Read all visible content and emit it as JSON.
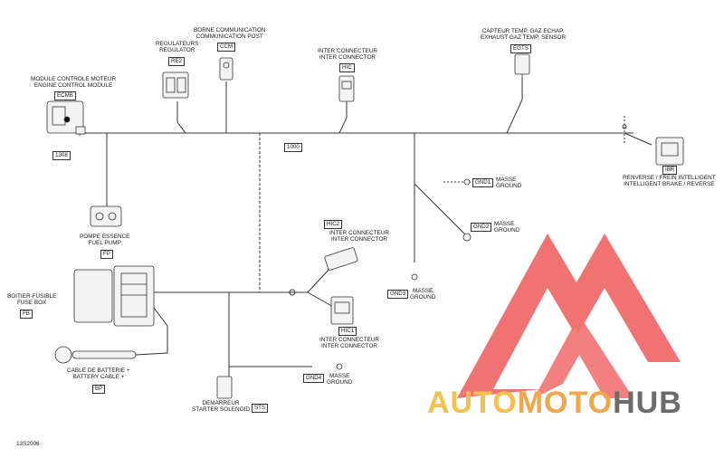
{
  "components": {
    "ecm": {
      "label_fr": "MODULE CONTROLE MOTEUR",
      "label_en": "ENGINE CONTROL MODULE",
      "code": "ECMB"
    },
    "regulator": {
      "label_fr": "REGULATEURS",
      "label_en": "REGULATOR",
      "code": "RE2"
    },
    "ccm": {
      "label_fr": "BORNE COMMUNICATION",
      "label_en": "COMMUNICATION POST",
      "code": "CCM"
    },
    "hic": {
      "label_fr": "INTER CONNECTEUR",
      "label_en": "INTER CONNECTOR",
      "code": "HIC"
    },
    "egts": {
      "label_fr": "CAPTEUR TEMP. GAZ ECHAP.",
      "label_en": "EXHAUST GAZ TEMP. SENSOR",
      "code": "EGTS"
    },
    "ibr": {
      "label_fr": "RENVERSE / FREIN INTELLIGENT",
      "label_en": "INTELLIGENT BRAKE / REVERSE",
      "code": "IBR"
    },
    "fuel_pump": {
      "label_fr": "POMPE ESSENCE",
      "label_en": "FUEL PUMP",
      "code": "FP"
    },
    "gnd1": {
      "label_fr": "MASSE",
      "label_en": "GROUND",
      "code": "GND1"
    },
    "gnd2": {
      "label_fr": "MASSE",
      "label_en": "GROUND",
      "code": "GND2"
    },
    "gnd3": {
      "label_fr": "MASSE",
      "label_en": "GROUND",
      "code": "GND3"
    },
    "gnd4": {
      "label_fr": "MASSE",
      "label_en": "GROUND",
      "code": "GND4"
    },
    "hic2": {
      "label_fr": "INTER CONNECTEUR",
      "label_en": "INTER CONNECTOR",
      "code": "HIC2"
    },
    "hic1": {
      "label_fr": "INTER CONNECTEUR",
      "label_en": "INTER CONNECTOR",
      "code": "HIC1"
    },
    "fuse_box": {
      "label_fr": "BOITIER-FUSIBLE",
      "label_en": "FUSE BOX",
      "code": "FB"
    },
    "battery_cable": {
      "label_fr": "CABLE DE BATTERIE +",
      "label_en": "BATTERY CABLE +",
      "code": "BP"
    },
    "starter_solenoid": {
      "label_fr": "DEMARREUR",
      "label_en": "STARTER SOLENOID",
      "code": "STS"
    }
  },
  "harness": {
    "main_code": "1000",
    "ecm_branch_code": "1308"
  },
  "figure_id": "13S2006",
  "watermark": {
    "part1": "AUTO",
    "part2": "MOTO",
    "part3": "HUB"
  },
  "colors": {
    "wire": "#333333",
    "logo_red": "#ee4b4b",
    "logo_yellow": "#f2c14f",
    "logo_orange": "#f2a64a",
    "logo_gray": "#6b6b6b"
  }
}
